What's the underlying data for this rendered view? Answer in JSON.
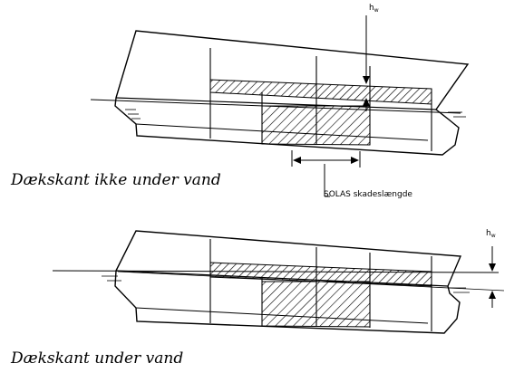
{
  "captions": {
    "top": "Dækskant ikke under vand",
    "bottom": "Dækskant under vand"
  },
  "labels": {
    "solas": "SOLAS skadeslængde",
    "hw_base": "h",
    "hw_sub": "w"
  }
}
